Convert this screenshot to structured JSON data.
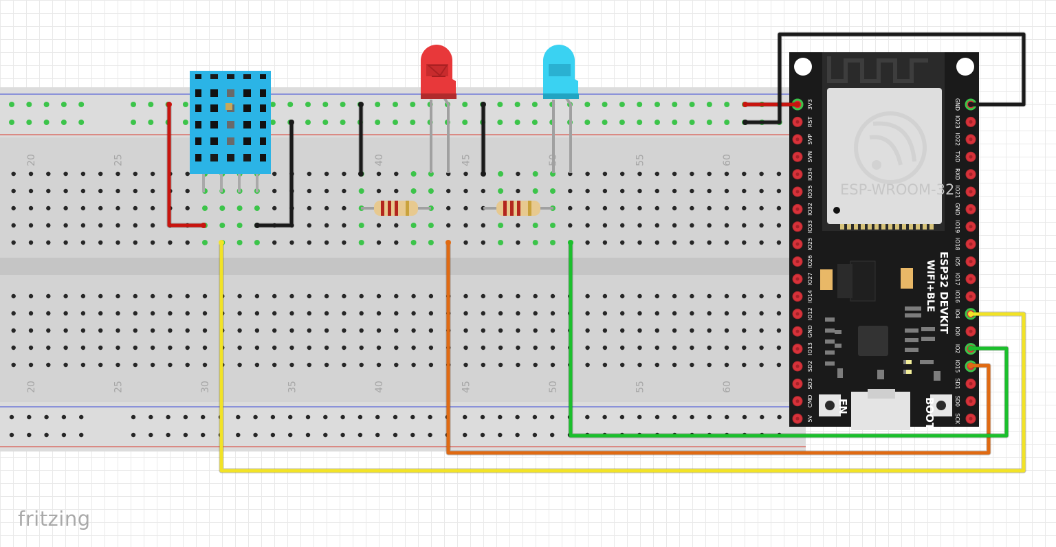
{
  "app": {
    "logo": "fritzing"
  },
  "breadboard": {
    "top_numbers": [
      "20",
      "25",
      "40",
      "45",
      "50",
      "55",
      "60"
    ],
    "bottom_numbers": [
      "20",
      "25",
      "30",
      "35",
      "40",
      "45",
      "50",
      "55",
      "60"
    ]
  },
  "esp32": {
    "module_label": "ESP-WROOM-32",
    "board_title": "ESP32 DEVKIT",
    "board_subtitle": "WIFI+BLE",
    "button_en": "EN",
    "button_boot": "BOOT",
    "left_pins": [
      "3V3",
      "RST",
      "SVP",
      "SVN",
      "IO34",
      "IO35",
      "IO32",
      "IO33",
      "IO25",
      "IO26",
      "IO27",
      "IO14",
      "IO12",
      "GND",
      "IO13",
      "SD2",
      "SD3",
      "CMD",
      "5V"
    ],
    "right_pins": [
      "GND",
      "IO23",
      "IO22",
      "TXD",
      "RXD",
      "IO21",
      "GND",
      "IO19",
      "IO18",
      "IO5",
      "IO17",
      "IO16",
      "IO4",
      "IO0",
      "IO2",
      "IO15",
      "SD1",
      "SD0",
      "SCK"
    ]
  },
  "components": {
    "sensor": "DHT11",
    "led_1": "red",
    "led_2": "blue",
    "resistors": 2
  },
  "colors": {
    "red_wire": "#c8140e",
    "black_wire": "#1a1a1a",
    "yellow_wire": "#f2e326",
    "orange_wire": "#e06a12",
    "green_wire": "#1bbf2c",
    "led_red": "#e8383a",
    "led_blue": "#3ad2f2",
    "sensor_body": "#2bb4e6",
    "board_body": "#1a1a1a"
  }
}
